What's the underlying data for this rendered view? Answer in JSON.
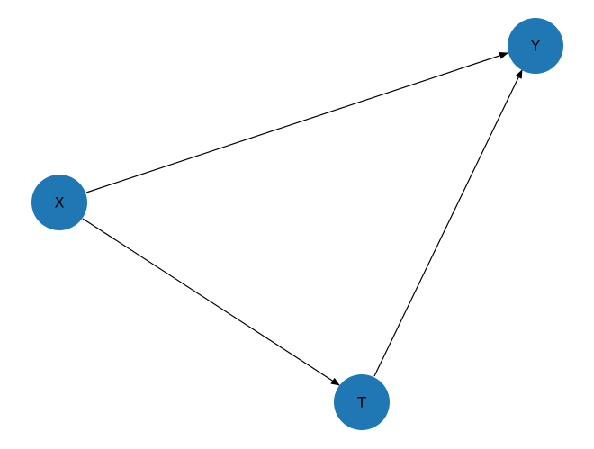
{
  "diagram": {
    "node_color": "#1f77b4",
    "edge_color": "#000000",
    "nodes": [
      {
        "id": "X",
        "label": "X"
      },
      {
        "id": "Y",
        "label": "Y"
      },
      {
        "id": "T",
        "label": "T"
      }
    ],
    "edges": [
      {
        "from": "X",
        "to": "Y"
      },
      {
        "from": "X",
        "to": "T"
      },
      {
        "from": "T",
        "to": "Y"
      }
    ]
  }
}
